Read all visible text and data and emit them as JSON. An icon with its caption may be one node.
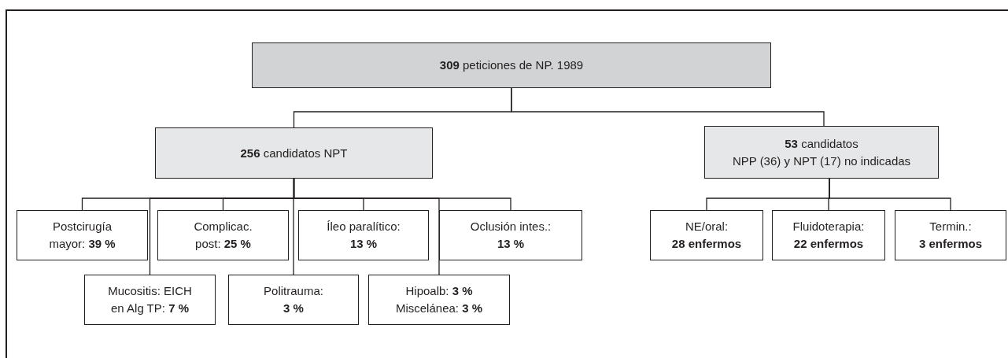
{
  "diagram": {
    "nodes": [
      {
        "text": [
          "**309** peticiones de NP. 1989"
        ]
      },
      {
        "text": [
          "**256** candidatos NPT"
        ]
      },
      {
        "text": [
          "**53** candidatos",
          "NPP (36) y NPT (17) no indicadas"
        ]
      },
      {
        "text": [
          "Postcirugía",
          "mayor: **39 %**"
        ]
      },
      {
        "text": [
          "Complicac.",
          "post: **25 %**"
        ]
      },
      {
        "text": [
          "Íleo paralítico:",
          "13 %"
        ]
      },
      {
        "text": [
          "Oclusión intes.:",
          "13 %"
        ]
      },
      {
        "text": [
          "NE/oral:",
          "28 enfermos"
        ]
      },
      {
        "text": [
          "Fluidoterapia:",
          "22 enfermos"
        ]
      },
      {
        "text": [
          "Termin.:",
          "3 enfermos"
        ]
      },
      {
        "text": [
          "Mucositis: EICH",
          "en Alg TP: **7 %**"
        ]
      },
      {
        "text": [
          "Politrauma:",
          "3 %"
        ]
      },
      {
        "text": [
          "Hipoalb: **3 %**",
          "Miscelánea: **3 %**"
        ]
      }
    ],
    "edges": [
      {
        "from": 0,
        "to": 1,
        "arrow": "none"
      },
      {
        "from": 0,
        "to": 2,
        "arrow": "none"
      },
      {
        "from": 1,
        "to": 3,
        "arrow": "none"
      },
      {
        "from": 1,
        "to": 10,
        "arrow": "none"
      },
      {
        "from": 1,
        "to": 4,
        "arrow": "none"
      },
      {
        "from": 1,
        "to": 11,
        "arrow": "none"
      },
      {
        "from": 1,
        "to": 5,
        "arrow": "none"
      },
      {
        "from": 1,
        "to": 12,
        "arrow": "none"
      },
      {
        "from": 1,
        "to": 6,
        "arrow": "none"
      },
      {
        "from": 2,
        "to": 7,
        "arrow": "none"
      },
      {
        "from": 2,
        "to": 8,
        "arrow": "none"
      },
      {
        "from": 2,
        "to": 9,
        "arrow": "none"
      }
    ]
  }
}
